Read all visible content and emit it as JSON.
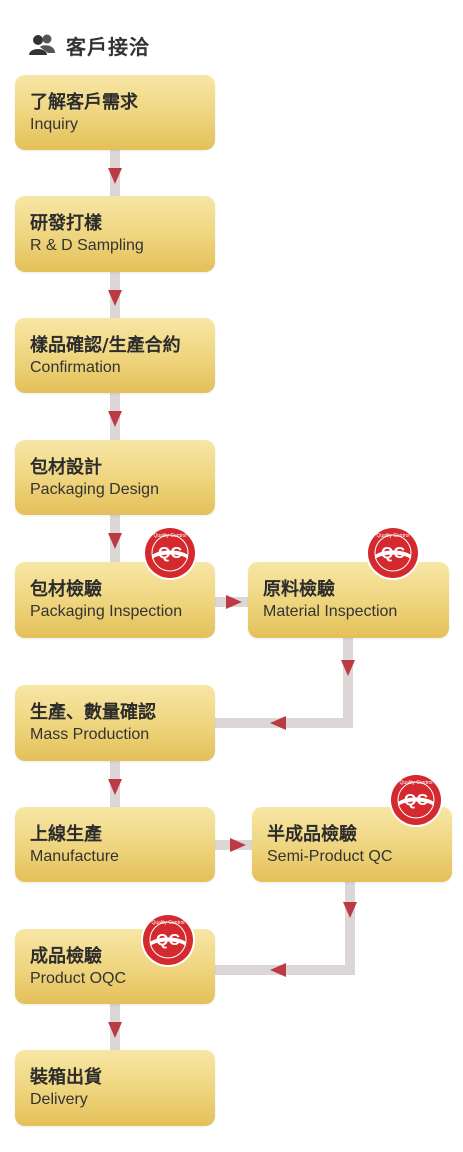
{
  "header": {
    "title": "客戶接洽",
    "icon": "people-icon"
  },
  "steps": [
    {
      "zh": "了解客戶需求",
      "en": "Inquiry"
    },
    {
      "zh": "研發打樣",
      "en": "R & D Sampling"
    },
    {
      "zh": "樣品確認/生產合約",
      "en": "Confirmation"
    },
    {
      "zh": "包材設計",
      "en": "Packaging Design"
    },
    {
      "zh": "包材檢驗",
      "en": "Packaging Inspection"
    },
    {
      "zh": "原料檢驗",
      "en": "Material Inspection"
    },
    {
      "zh": "生產、數量確認",
      "en": "Mass Production"
    },
    {
      "zh": "上線生產",
      "en": "Manufacture"
    },
    {
      "zh": "半成品檢驗",
      "en": "Semi-Product QC"
    },
    {
      "zh": "成品檢驗",
      "en": "Product OQC"
    },
    {
      "zh": "裝箱出貨",
      "en": "Delivery"
    }
  ],
  "qc_badge": {
    "label": "QC",
    "ring_text": "Quality Control",
    "color": "#d42a2f"
  },
  "colors": {
    "box": "#eed47c",
    "connector": "#dcd6d6",
    "arrow": "#bb3a44"
  }
}
